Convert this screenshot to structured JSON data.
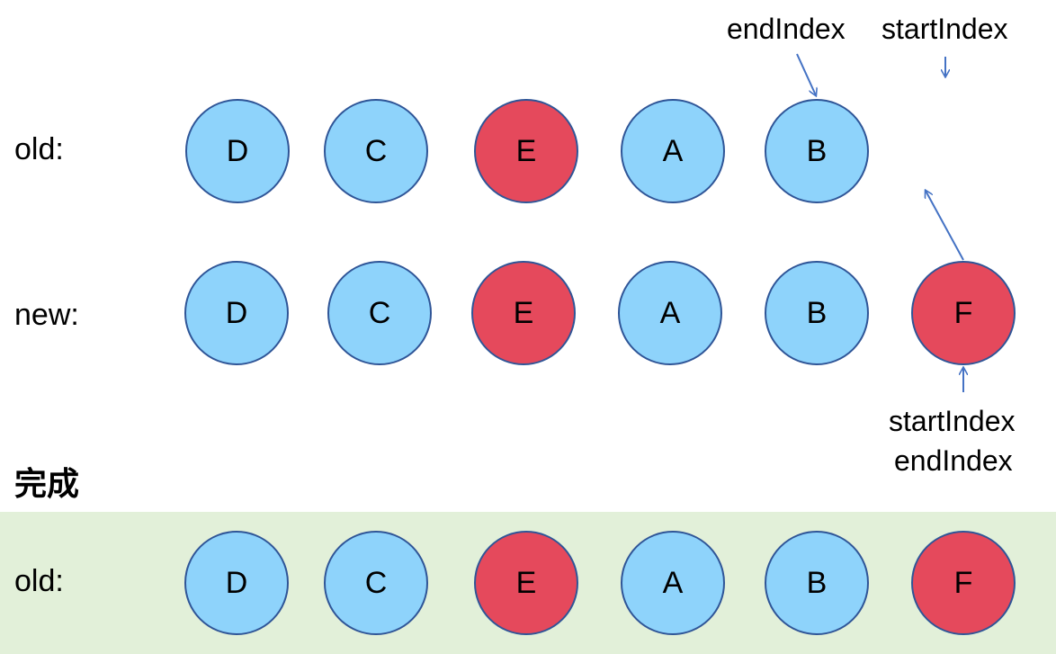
{
  "colors": {
    "node_blue": "#8ed3fb",
    "node_red": "#e5495c",
    "node_border": "#2f5597",
    "arrow": "#4472c4",
    "result_band": "#e2f0d9"
  },
  "old_row": {
    "label": "old:",
    "nodes": [
      "D",
      "C",
      "E",
      "A",
      "B"
    ]
  },
  "new_row": {
    "label": "new:",
    "nodes": [
      "D",
      "C",
      "E",
      "A",
      "B",
      "F"
    ]
  },
  "annotations": {
    "old_end_index": "endIndex",
    "old_start_index": "startIndex",
    "new_start_index": "startIndex",
    "new_end_index": "endIndex"
  },
  "heading": "完成",
  "result_row": {
    "label": "old:",
    "nodes": [
      "D",
      "C",
      "E",
      "A",
      "B",
      "F"
    ]
  }
}
